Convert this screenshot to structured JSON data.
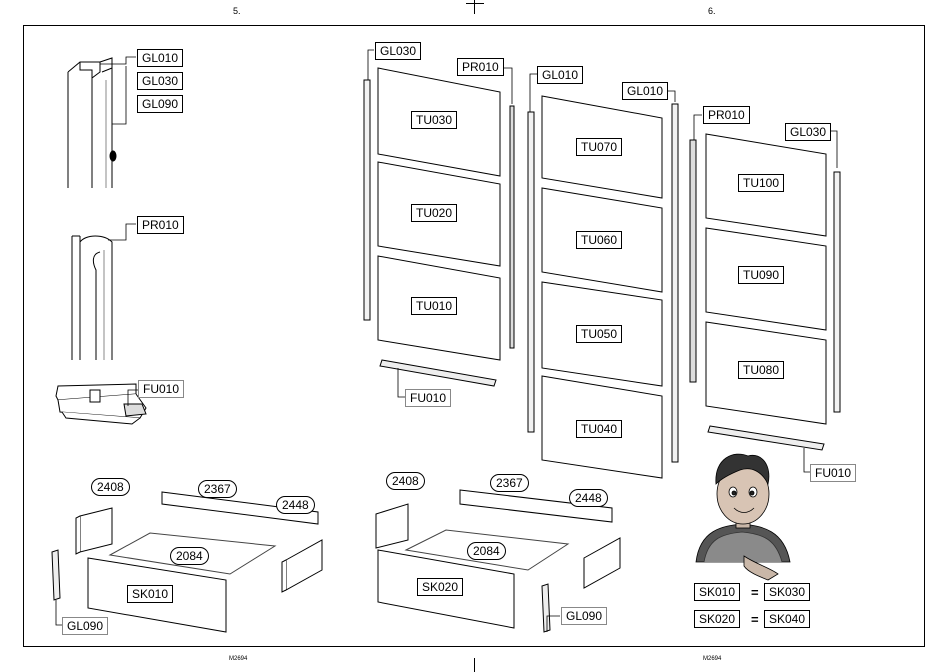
{
  "pages": {
    "left_number": "5.",
    "right_number": "6."
  },
  "footer": {
    "left_code": "M2694",
    "right_code": "M2694"
  },
  "left_page": {
    "profile_labels": [
      "GL010",
      "GL030",
      "GL090"
    ],
    "handle_profile_label": "PR010",
    "foot_label": "FU010",
    "frame_dims": {
      "side_left": "2408",
      "back": "2367",
      "side_right": "2448",
      "floor": "2084"
    },
    "front_panel": "SK010",
    "post_label": "GL090"
  },
  "right_page": {
    "col1": {
      "profile_label": "GL030",
      "handle_label": "PR010",
      "foot_label": "FU010",
      "doors": [
        "TU030",
        "TU020",
        "TU010"
      ]
    },
    "col2": {
      "profile_label": "GL010",
      "doors": [
        "TU070",
        "TU060",
        "TU050",
        "TU040"
      ]
    },
    "col3": {
      "profile_label_left": "GL010",
      "handle_label": "PR010",
      "profile_label_right": "GL030",
      "foot_label": "FU010",
      "doors": [
        "TU100",
        "TU090",
        "TU080"
      ]
    },
    "frame_dims": {
      "side_left": "2408",
      "back": "2367",
      "side_right": "2448",
      "floor": "2084"
    },
    "front_panel": "SK020",
    "post_label": "GL090",
    "equivalences": [
      {
        "left": "SK010",
        "sign": "=",
        "right": "SK030"
      },
      {
        "left": "SK020",
        "sign": "=",
        "right": "SK040"
      }
    ]
  }
}
